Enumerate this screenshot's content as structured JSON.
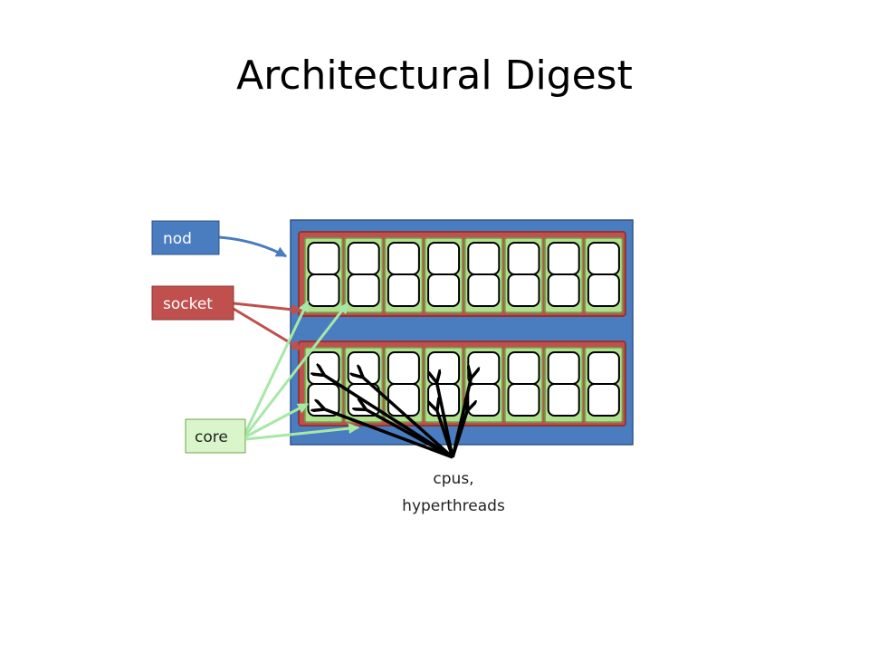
{
  "title": "Architectural Digest",
  "labels": {
    "node": "nod",
    "socket": "socket",
    "core": "core",
    "cpus_line1": "cpus,",
    "cpus_line2": "hyperthreads"
  },
  "structure": {
    "sockets": 2,
    "cores_per_socket": 8,
    "threads_per_core": 2
  },
  "colors": {
    "node_fill": "#4a7cc0",
    "node_stroke": "#2f5487",
    "socket_fill": "#c0504d",
    "socket_stroke": "#8c3836",
    "core_fill": "#aee08d",
    "core_stroke": "#6fa44a",
    "cpu_fill": "#ffffff",
    "cpu_stroke": "#000000",
    "core_label_fill": "#d9f5c9",
    "arrow_node": "#4a7cc0",
    "arrow_socket": "#c0504d",
    "arrow_core": "#a6e8a6",
    "arrow_cpu": "#000000"
  }
}
